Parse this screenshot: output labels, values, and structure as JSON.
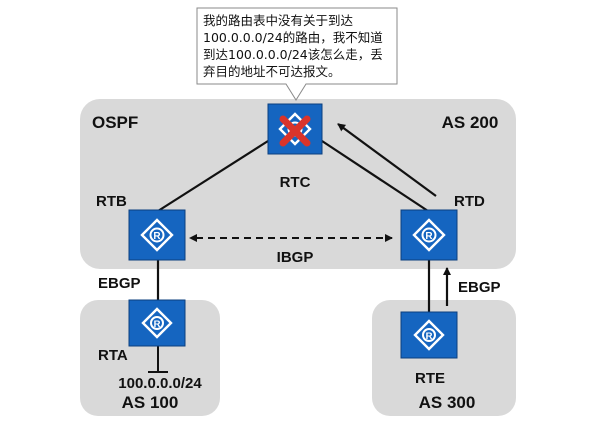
{
  "callout": {
    "lines": [
      "我的路由表中没有关于到达",
      "100.0.0.0/24的路由，我不知道",
      "到达100.0.0.0/24该怎么走，丢",
      "弃目的地址不可达报文。"
    ]
  },
  "areas": {
    "as200": {
      "label_left": "OSPF",
      "label_right": "AS 200"
    },
    "as100": {
      "label": "AS 100"
    },
    "as300": {
      "label": "AS 300"
    }
  },
  "routers": {
    "rtb": {
      "label": "RTB"
    },
    "rtc": {
      "label": "RTC",
      "status": "discarding"
    },
    "rtd": {
      "label": "RTD"
    },
    "rta": {
      "label": "RTA"
    },
    "rte": {
      "label": "RTE"
    }
  },
  "links": {
    "ibgp": "IBGP",
    "ebgp_left": "EBGP",
    "ebgp_right": "EBGP"
  },
  "network": {
    "prefix": "100.0.0.0/24"
  },
  "icons": {
    "router": "router-icon",
    "x_mark": "x-mark-icon"
  },
  "colors": {
    "area_fill": "#d9d9d9",
    "router_fill": "#1565c0",
    "x_mark": "#d9342b",
    "line": "#111111"
  }
}
